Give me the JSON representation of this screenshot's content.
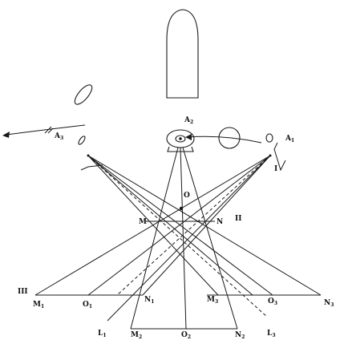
{
  "labels": {
    "A2": {
      "main": "A",
      "sub": "2"
    },
    "A3": {
      "main": "A",
      "sub": "3"
    },
    "A1": {
      "main": "A",
      "sub": "1"
    },
    "I": "I",
    "O": "O",
    "M": "M",
    "N": "N",
    "II": "II",
    "III": "III",
    "M1": {
      "main": "M",
      "sub": "1"
    },
    "O1": {
      "main": "O",
      "sub": "1"
    },
    "N1": {
      "main": "N",
      "sub": "1"
    },
    "M3": {
      "main": "M",
      "sub": "3"
    },
    "O3": {
      "main": "O",
      "sub": "3"
    },
    "N3": {
      "main": "N",
      "sub": "3"
    },
    "L1": {
      "main": "L",
      "sub": "1"
    },
    "M2": {
      "main": "M",
      "sub": "2"
    },
    "O2": {
      "main": "O",
      "sub": "2"
    },
    "N2": {
      "main": "N",
      "sub": "2"
    },
    "L3": {
      "main": "L",
      "sub": "3"
    }
  }
}
